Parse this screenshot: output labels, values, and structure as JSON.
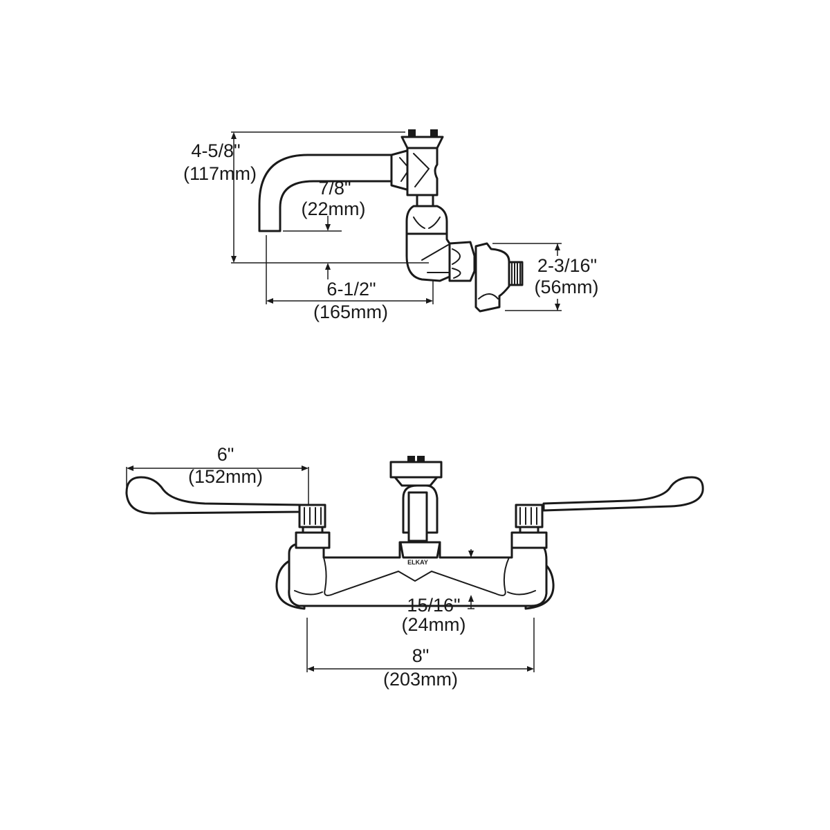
{
  "side_view": {
    "height_dim": {
      "imperial": "4-5/8\"",
      "metric": "(117mm)"
    },
    "spout_thickness_dim": {
      "imperial": "7/8\"",
      "metric": "(22mm)"
    },
    "reach_dim": {
      "imperial": "6-1/2\"",
      "metric": "(165mm)"
    },
    "inlet_dim": {
      "imperial": "2-3/16\"",
      "metric": "(56mm)"
    }
  },
  "front_view": {
    "handle_length_dim": {
      "imperial": "6\"",
      "metric": "(152mm)"
    },
    "body_height_dim": {
      "imperial": "15/16\"",
      "metric": "(24mm)"
    },
    "centers_dim": {
      "imperial": "8\"",
      "metric": "(203mm)"
    },
    "brand_mark": "ELKAY"
  },
  "colors": {
    "line": "#1a1a1a",
    "background": "#ffffff"
  }
}
